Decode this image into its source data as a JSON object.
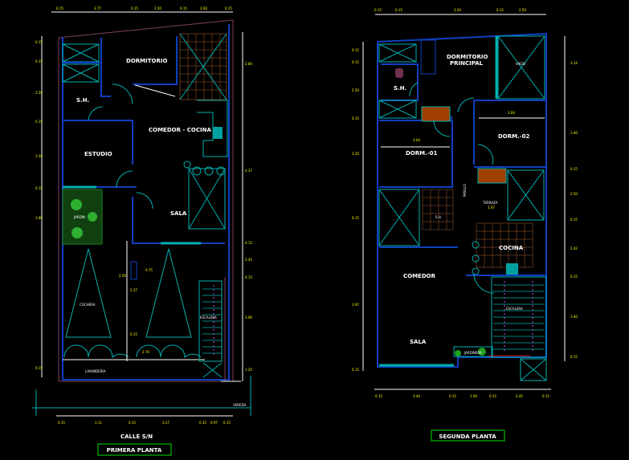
{
  "first_floor": {
    "title": "PRIMERA PLANTA",
    "street": "CALLE S/N",
    "sidewalk": "VEREDA",
    "rooms": {
      "dormitorio": "DORMITORIO",
      "sh": "S.H.",
      "comedor_cocina": "COMEDOR - COCINA",
      "estudio": "ESTUDIO",
      "jardin": "JARDIN",
      "sala": "SALA",
      "cochera": "COCHERA",
      "escalera": "ESCALERA",
      "lavanderia": "LAVANDERIA"
    },
    "dims_top": [
      "0.15",
      "3.77",
      "0.15",
      "1.50",
      "0.15",
      "2.60",
      "0.15"
    ],
    "dims_bottom": [
      "0.15",
      "3.11",
      "0.15",
      "3.27",
      "0.15",
      "0.97",
      "0.15"
    ],
    "dims_right": [
      "2.84",
      "4.37",
      "0.15",
      "2.45",
      "0.15",
      "3.90",
      "1.20"
    ],
    "dims_left": [
      "0.15",
      "0.15",
      "2.50",
      "0.15",
      "2.50",
      "0.15",
      "3.90",
      "0.15"
    ],
    "misc": [
      "2.50",
      "0.75",
      "2.37",
      "0.15",
      "2.70"
    ]
  },
  "second_floor": {
    "title": "SEGUNDA PLANTA",
    "rooms": {
      "dormitorio_principal_1": "DORMITORIO",
      "dormitorio_principal_2": "PRINCIPAL",
      "sh": "S.H.",
      "vacio": "VACIO",
      "dorm1": "DORM.-01",
      "dorm2": "DORM.-02",
      "pasillo": "PASILLO",
      "terraza": "TERRAZA",
      "sh2": "S.H.",
      "cocina": "COCINA",
      "comedor": "COMEDOR",
      "sala": "SALA",
      "escalera": "ESCALERA",
      "jardinera": "JARDINERA"
    },
    "dims_top": [
      "0.15",
      "0.15",
      "3.20",
      "0.15",
      "2.50"
    ],
    "dims_bottom": [
      "0.15",
      "3.44",
      "0.15",
      "1.00",
      "0.15",
      "2.45",
      "0.15"
    ],
    "dims_right": [
      "3.14",
      "3.40",
      "0.15",
      "2.50",
      "0.15",
      "2.42",
      "0.15",
      "3.40",
      "0.15"
    ],
    "dims_left": [
      "0.15",
      "0.15",
      "2.50",
      "0.15",
      "3.20",
      "0.15",
      "3.97",
      "0.15"
    ],
    "misc": [
      "3.04",
      "3.04",
      "1.07"
    ]
  }
}
